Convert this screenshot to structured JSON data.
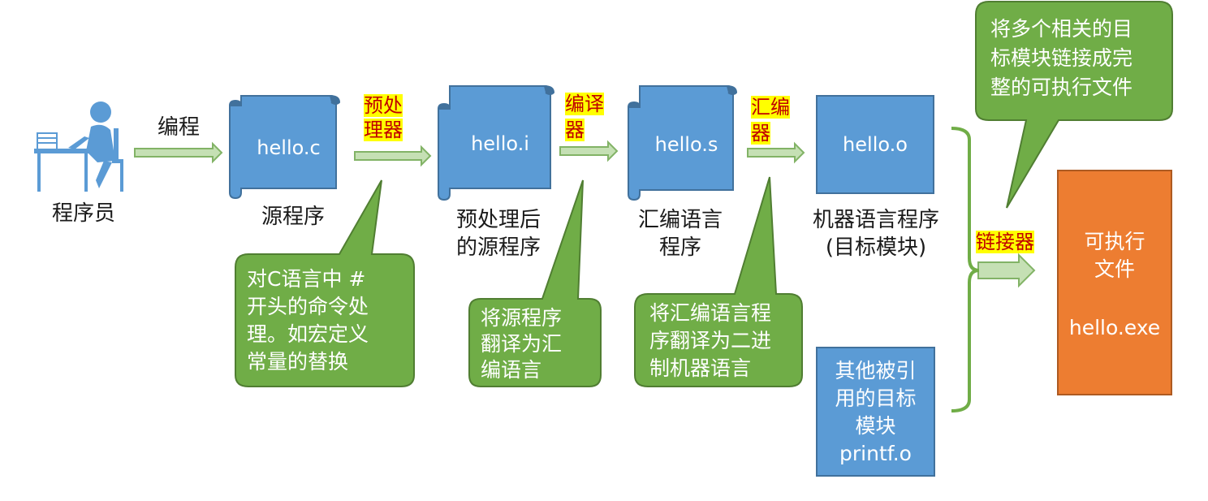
{
  "programmer": {
    "label": "程序员",
    "icon": "programmer-at-desk-icon"
  },
  "arrow_coding_label": "编程",
  "source": {
    "file": "hello.c",
    "caption": "源程序"
  },
  "stage_preprocess": [
    "预处",
    "理器"
  ],
  "preprocessed": {
    "file": "hello.i",
    "caption": [
      "预处理后",
      "的源程序"
    ]
  },
  "stage_compile": [
    "编译",
    "器"
  ],
  "assembly": {
    "file": "hello.s",
    "caption": [
      "汇编语言",
      "程序"
    ]
  },
  "stage_assemble": [
    "汇编",
    "器"
  ],
  "object": {
    "file": "hello.o",
    "caption": [
      "机器语言程序",
      "(目标模块)"
    ]
  },
  "other_module": {
    "lines": [
      "其他被引",
      "用的目标",
      "模块",
      "printf.o"
    ]
  },
  "linker_label": "链接器",
  "executable": {
    "title": [
      "可执行",
      "文件"
    ],
    "file": "hello.exe"
  },
  "callouts": {
    "preprocessor": [
      "对C语言中 #",
      "开头的命令处",
      "理。如宏定义",
      "常量的替换"
    ],
    "compiler": [
      "将源程序",
      "翻译为汇",
      "编语言"
    ],
    "assembler": [
      "将汇编语言程",
      "序翻译为二进",
      "制机器语言"
    ],
    "linker": [
      "将多个相关的目",
      "标模块链接成完",
      "整的可执行文件"
    ]
  },
  "colors": {
    "file_blue": "#5b9bd5",
    "callout_green": "#70ad47",
    "exe_orange": "#ed7d31",
    "arrow_fill": "#c5e0b4",
    "stage_highlight": "#ffff00",
    "stage_text": "#c00000"
  }
}
